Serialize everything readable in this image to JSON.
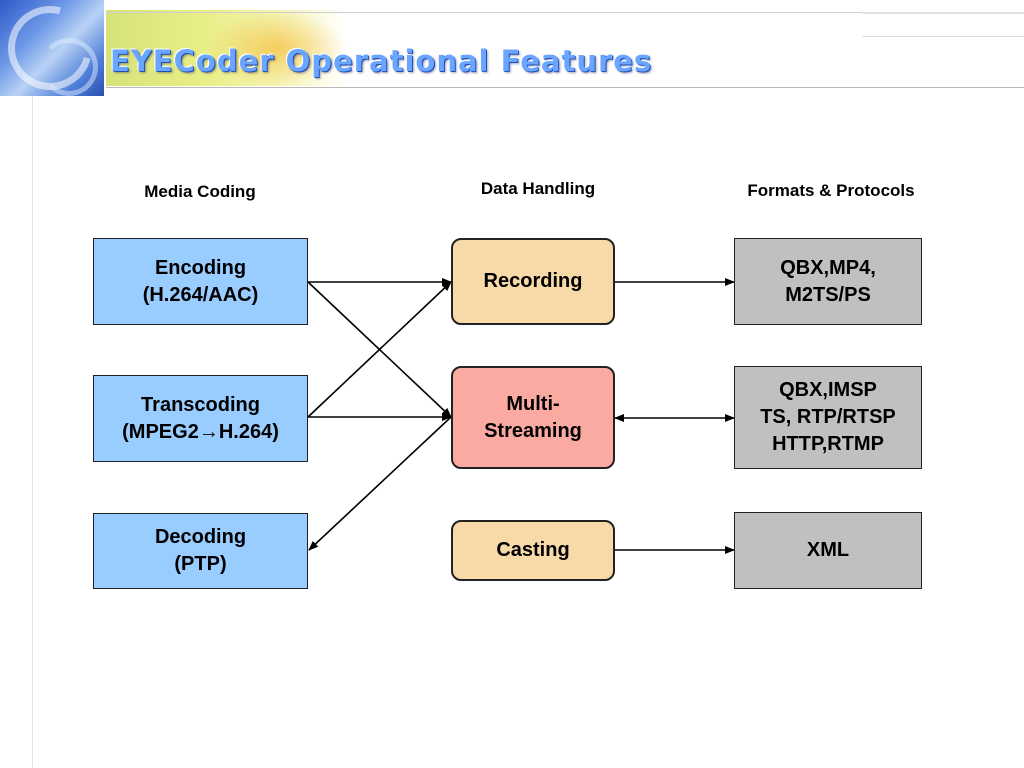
{
  "title": "EYECoder Operational Features",
  "columns": {
    "media_coding": "Media Coding",
    "data_handling": "Data Handling",
    "formats_protocols": "Formats & Protocols"
  },
  "nodes": {
    "encoding": [
      "Encoding",
      "(H.264/AAC)"
    ],
    "transcoding": [
      "Transcoding",
      "(MPEG2→H.264)"
    ],
    "decoding": [
      "Decoding",
      "(PTP)"
    ],
    "recording": [
      "Recording"
    ],
    "multi_streaming": [
      "Multi-",
      "Streaming"
    ],
    "casting": [
      "Casting"
    ],
    "formats_recording": [
      "QBX,MP4,",
      "M2TS/PS"
    ],
    "formats_streaming": [
      "QBX,IMSP",
      "TS, RTP/RTSP",
      "HTTP,RTMP"
    ],
    "formats_casting": [
      "XML"
    ]
  },
  "edges": [
    {
      "from": "encoding",
      "to": "recording",
      "direction": "forward"
    },
    {
      "from": "encoding",
      "to": "multi_streaming",
      "direction": "forward"
    },
    {
      "from": "transcoding",
      "to": "recording",
      "direction": "forward"
    },
    {
      "from": "transcoding",
      "to": "multi_streaming",
      "direction": "forward"
    },
    {
      "from": "multi_streaming",
      "to": "decoding",
      "direction": "forward"
    },
    {
      "from": "recording",
      "to": "formats_recording",
      "direction": "forward"
    },
    {
      "from": "multi_streaming",
      "to": "formats_streaming",
      "direction": "both"
    },
    {
      "from": "casting",
      "to": "formats_casting",
      "direction": "forward"
    }
  ],
  "colors": {
    "media_box": "#99ccff",
    "handling_box": "#f8d9a8",
    "streaming_box": "#faaaa0",
    "format_box": "#c0c0c0",
    "title": "#6aa6ff"
  }
}
